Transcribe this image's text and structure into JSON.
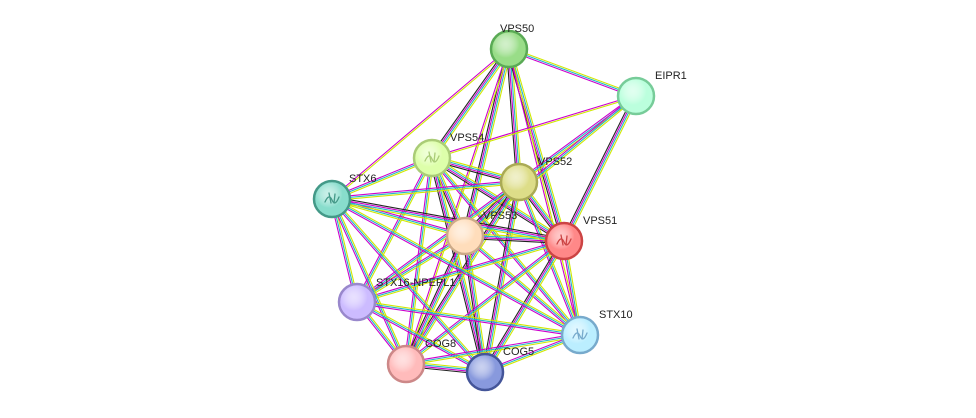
{
  "network": {
    "edge_colors": [
      "#d0e800",
      "#22b8c8",
      "#cc00cc",
      "#222222"
    ],
    "nodes": [
      {
        "id": "VPS50",
        "label": "VPS50",
        "fill": "#99dd88",
        "stroke": "#5aaa55",
        "icon": "none"
      },
      {
        "id": "EIPR1",
        "label": "EIPR1",
        "fill": "#bbffdd",
        "stroke": "#77cc99",
        "icon": "none"
      },
      {
        "id": "VPS54",
        "label": "VPS54",
        "fill": "#ddffaa",
        "stroke": "#aacc77",
        "icon": "protein-structure-icon"
      },
      {
        "id": "VPS52",
        "label": "VPS52",
        "fill": "#dddd88",
        "stroke": "#aaaa55",
        "icon": "none"
      },
      {
        "id": "STX6",
        "label": "STX6",
        "fill": "#88ddcc",
        "stroke": "#449988",
        "icon": "protein-structure-icon"
      },
      {
        "id": "VPS53",
        "label": "VPS53",
        "fill": "#ffddbb",
        "stroke": "#ccaa88",
        "icon": "none"
      },
      {
        "id": "VPS51",
        "label": "VPS51",
        "fill": "#ff8888",
        "stroke": "#cc4444",
        "icon": "protein-structure-icon"
      },
      {
        "id": "STX16-NPEPL1",
        "label": "STX16-NPEPL1",
        "fill": "#ccbbff",
        "stroke": "#9988cc",
        "icon": "none"
      },
      {
        "id": "STX10",
        "label": "STX10",
        "fill": "#bbeeff",
        "stroke": "#77aacc",
        "icon": "protein-structure-icon"
      },
      {
        "id": "COG8",
        "label": "COG8",
        "fill": "#ffbbbb",
        "stroke": "#cc8888",
        "icon": "none"
      },
      {
        "id": "COG5",
        "label": "COG5",
        "fill": "#8899dd",
        "stroke": "#445599",
        "icon": "none"
      }
    ],
    "edges": [
      {
        "from": "VPS50",
        "to": "EIPR1",
        "types": [
          0,
          1,
          2
        ]
      },
      {
        "from": "VPS50",
        "to": "VPS54",
        "types": [
          0,
          1,
          2,
          3
        ]
      },
      {
        "from": "VPS50",
        "to": "VPS52",
        "types": [
          0,
          1,
          2,
          3
        ]
      },
      {
        "from": "VPS50",
        "to": "VPS53",
        "types": [
          0,
          1,
          2,
          3
        ]
      },
      {
        "from": "VPS50",
        "to": "VPS51",
        "types": [
          0,
          1,
          2,
          3
        ]
      },
      {
        "from": "VPS50",
        "to": "STX6",
        "types": [
          0,
          2
        ]
      },
      {
        "from": "VPS50",
        "to": "STX10",
        "types": [
          0,
          2
        ]
      },
      {
        "from": "VPS50",
        "to": "COG8",
        "types": [
          0,
          2
        ]
      },
      {
        "from": "EIPR1",
        "to": "VPS54",
        "types": [
          0,
          2
        ]
      },
      {
        "from": "EIPR1",
        "to": "VPS52",
        "types": [
          0,
          1,
          2
        ]
      },
      {
        "from": "EIPR1",
        "to": "VPS53",
        "types": [
          0,
          1,
          2
        ]
      },
      {
        "from": "EIPR1",
        "to": "VPS51",
        "types": [
          0,
          1,
          2,
          3
        ]
      },
      {
        "from": "VPS54",
        "to": "VPS52",
        "types": [
          0,
          1,
          2,
          3
        ]
      },
      {
        "from": "VPS54",
        "to": "VPS53",
        "types": [
          0,
          1,
          2,
          3
        ]
      },
      {
        "from": "VPS54",
        "to": "VPS51",
        "types": [
          0,
          1,
          2,
          3
        ]
      },
      {
        "from": "VPS54",
        "to": "STX6",
        "types": [
          0,
          1,
          2
        ]
      },
      {
        "from": "VPS54",
        "to": "STX16-NPEPL1",
        "types": [
          0,
          1,
          2
        ]
      },
      {
        "from": "VPS54",
        "to": "STX10",
        "types": [
          0,
          1,
          2
        ]
      },
      {
        "from": "VPS54",
        "to": "COG8",
        "types": [
          0,
          1,
          2
        ]
      },
      {
        "from": "VPS54",
        "to": "COG5",
        "types": [
          0,
          1,
          2,
          3
        ]
      },
      {
        "from": "VPS52",
        "to": "VPS53",
        "types": [
          0,
          1,
          2,
          3
        ]
      },
      {
        "from": "VPS52",
        "to": "VPS51",
        "types": [
          0,
          1,
          2,
          3
        ]
      },
      {
        "from": "VPS52",
        "to": "STX6",
        "types": [
          0,
          1,
          2
        ]
      },
      {
        "from": "VPS52",
        "to": "STX16-NPEPL1",
        "types": [
          0,
          1,
          2
        ]
      },
      {
        "from": "VPS52",
        "to": "STX10",
        "types": [
          0,
          1,
          2
        ]
      },
      {
        "from": "VPS52",
        "to": "COG8",
        "types": [
          0,
          1,
          2,
          3
        ]
      },
      {
        "from": "VPS52",
        "to": "COG5",
        "types": [
          0,
          1,
          2,
          3
        ]
      },
      {
        "from": "VPS53",
        "to": "VPS51",
        "types": [
          0,
          1,
          2,
          3
        ]
      },
      {
        "from": "VPS53",
        "to": "STX6",
        "types": [
          0,
          1,
          2
        ]
      },
      {
        "from": "VPS53",
        "to": "STX16-NPEPL1",
        "types": [
          0,
          1,
          2
        ]
      },
      {
        "from": "VPS53",
        "to": "STX10",
        "types": [
          0,
          1,
          2
        ]
      },
      {
        "from": "VPS53",
        "to": "COG8",
        "types": [
          0,
          1,
          2,
          3
        ]
      },
      {
        "from": "VPS53",
        "to": "COG5",
        "types": [
          0,
          1,
          2,
          3
        ]
      },
      {
        "from": "VPS51",
        "to": "STX6",
        "types": [
          0,
          1,
          2,
          3
        ]
      },
      {
        "from": "VPS51",
        "to": "STX16-NPEPL1",
        "types": [
          0,
          1,
          2
        ]
      },
      {
        "from": "VPS51",
        "to": "STX10",
        "types": [
          0,
          1,
          2
        ]
      },
      {
        "from": "VPS51",
        "to": "COG8",
        "types": [
          0,
          1,
          2
        ]
      },
      {
        "from": "VPS51",
        "to": "COG5",
        "types": [
          0,
          1,
          2,
          3
        ]
      },
      {
        "from": "STX6",
        "to": "STX16-NPEPL1",
        "types": [
          0,
          1,
          2
        ]
      },
      {
        "from": "STX6",
        "to": "STX10",
        "types": [
          0,
          1,
          2
        ]
      },
      {
        "from": "STX6",
        "to": "COG8",
        "types": [
          0,
          1,
          2
        ]
      },
      {
        "from": "STX6",
        "to": "COG5",
        "types": [
          0,
          1,
          2
        ]
      },
      {
        "from": "STX16-NPEPL1",
        "to": "STX10",
        "types": [
          0,
          1,
          2
        ]
      },
      {
        "from": "STX16-NPEPL1",
        "to": "COG8",
        "types": [
          0,
          1,
          2
        ]
      },
      {
        "from": "STX16-NPEPL1",
        "to": "COG5",
        "types": [
          0,
          1,
          2
        ]
      },
      {
        "from": "STX10",
        "to": "COG8",
        "types": [
          0,
          1,
          2
        ]
      },
      {
        "from": "STX10",
        "to": "COG5",
        "types": [
          0,
          1,
          2
        ]
      },
      {
        "from": "COG8",
        "to": "COG5",
        "types": [
          0,
          1,
          2,
          3
        ]
      }
    ]
  }
}
